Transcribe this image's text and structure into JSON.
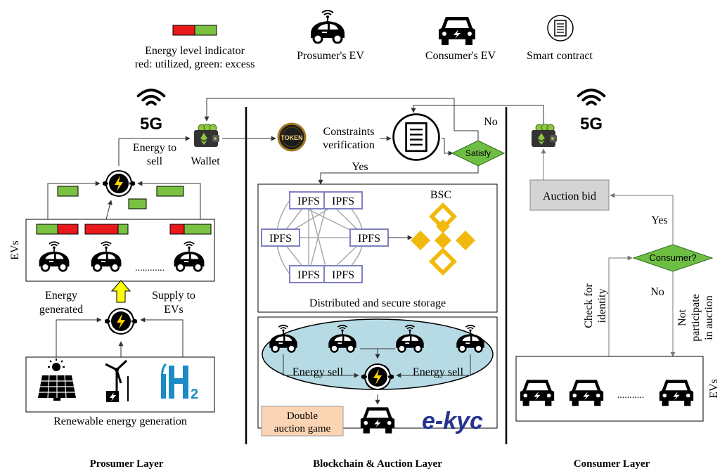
{
  "legend": {
    "energy_indicator_line1": "Energy level indicator",
    "energy_indicator_line2": "red: utilized, green: excess",
    "prosumer_ev": "Prosumer's EV",
    "consumer_ev": "Consumer's EV",
    "smart_contract": "Smart contract"
  },
  "prosumer": {
    "signal_label": "5G",
    "energy_to_sell_line1": "Energy to",
    "energy_to_sell_line2": "sell",
    "wallet": "Wallet",
    "evs_label": "EVs",
    "energy_generated_line1": "Energy",
    "energy_generated_line2": "generated",
    "supply_line1": "Supply to",
    "supply_line2": "EVs",
    "dots": "............",
    "renewable": "Renewable energy generation",
    "layer_title": "Prosumer Layer"
  },
  "blockchain": {
    "token": "TOKEN",
    "constraints_line1": "Constraints",
    "constraints_line2": "verification",
    "no": "No",
    "satisfy": "Satisfy",
    "yes": "Yes",
    "bsc": "BSC",
    "ipfs": [
      "IPFS",
      "IPFS",
      "IPFS",
      "IPFS",
      "IPFS",
      "IPFS"
    ],
    "storage": "Distributed and secure storage",
    "energy_sell_left": "Energy sell",
    "energy_sell_right": "Energy sell",
    "double_auction_line1": "Double",
    "double_auction_line2": "auction game",
    "ekyc_e": "e-",
    "ekyc_kyc": "kyc",
    "layer_title": "Blockchain & Auction Layer"
  },
  "consumer": {
    "signal_label": "5G",
    "auction_bid": "Auction bid",
    "yes": "Yes",
    "decision": "Consumer?",
    "no": "No",
    "check_line1": "Check for",
    "check_line2": "identity",
    "not_line1": "Not",
    "not_line2": "participate",
    "not_line3": "in auction",
    "evs_label": "EVs",
    "dots": "...........",
    "layer_title": "Consumer Layer"
  },
  "colors": {
    "red": "#e8191b",
    "green": "#7ac142",
    "diamond": "#6fbe44",
    "bid_box": "#d4d4d4",
    "ellipse": "#b7dbe5",
    "auction_box": "#fbd4b4",
    "bsc": "#f0b90b",
    "ipfs_border": "#8080c0",
    "arrow_yellow": "#ffff00",
    "ekyc": "#26338f"
  }
}
